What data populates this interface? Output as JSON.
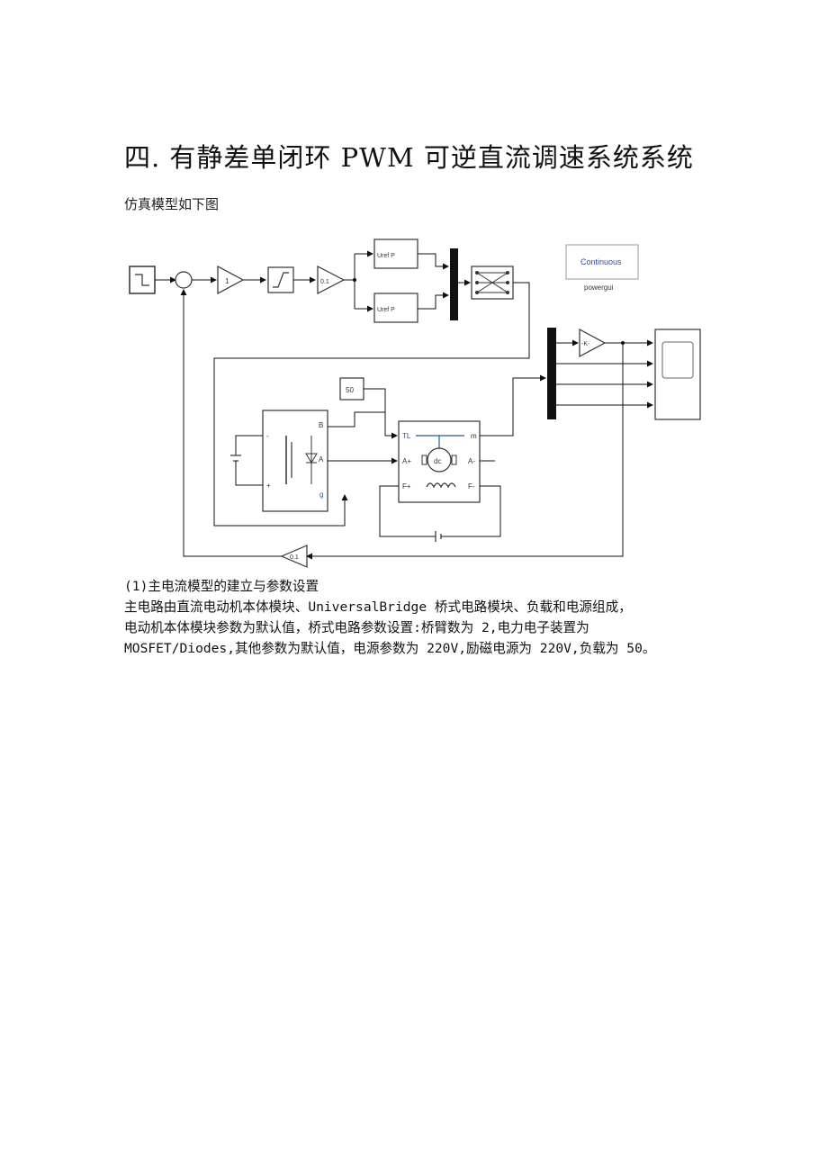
{
  "heading": "四. 有静差单闭环 PWM 可逆直流调速系统系统",
  "caption": "仿真模型如下图",
  "diagram": {
    "gain1": "1",
    "gain_small": "0.1",
    "pwm_block_1": "Uref    P",
    "pwm_block_2": "Uref    P",
    "powergui_label": "Continuous",
    "powergui_name": "powergui",
    "load_constant": "50",
    "bridge_port_b": "B",
    "bridge_port_a": "A",
    "bridge_port_g": "g",
    "bridge_port_minus": "-",
    "bridge_port_plus": "+",
    "motor_tl": "TL",
    "motor_m": "m",
    "motor_aplus": "A+",
    "motor_aminus": "A-",
    "motor_fplus": "F+",
    "motor_fminus": "F-",
    "motor_dc": "dc",
    "scope_gain": "-K-",
    "feedback_gain": "0.1"
  },
  "body": {
    "section_title": "(1)主电流模型的建立与参数设置",
    "line1": "主电路由直流电动机本体模块、UniversalBridge 桥式电路模块、负载和电源组成，",
    "line2": "电动机本体模块参数为默认值，桥式电路参数设置:桥臂数为 2,电力电子装置为",
    "line3": "MOSFET/Diodes,其他参数为默认值，电源参数为 220V,励磁电源为 220V,负载为 50。"
  }
}
